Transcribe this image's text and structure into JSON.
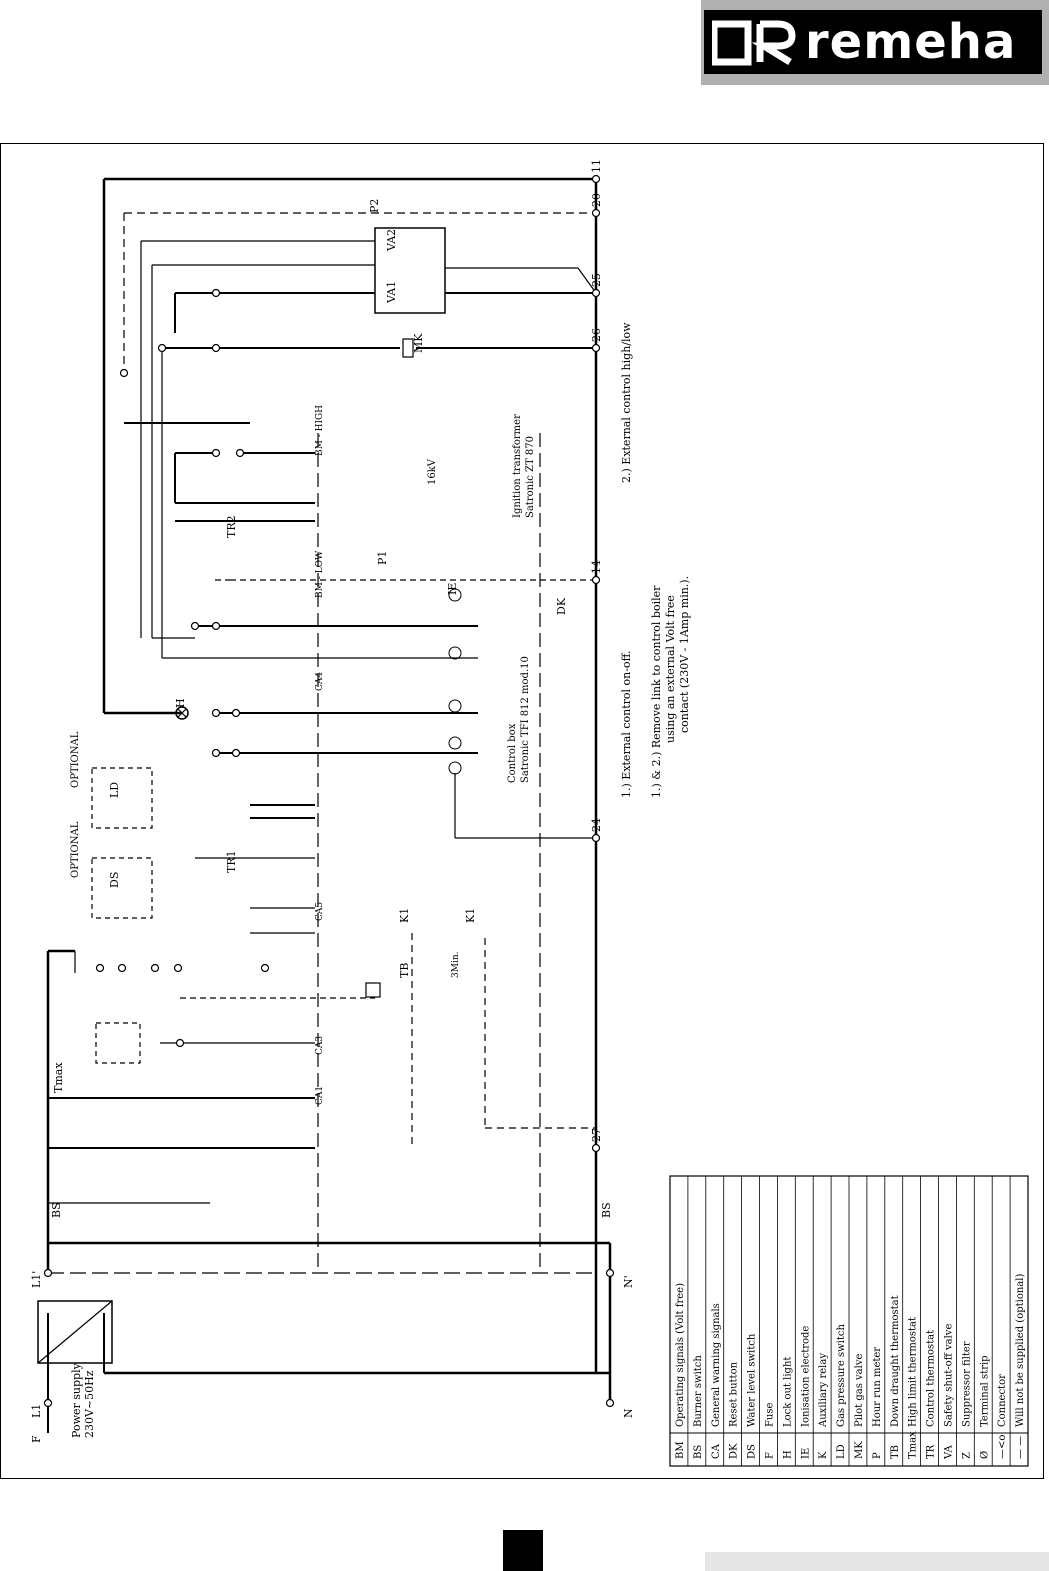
{
  "brand": {
    "name": "remeha"
  },
  "notes": {
    "note1": "1.) External control on-off.",
    "note2": "1.) & 2.) Remove link to control boiler",
    "note3": "using an external Volt free",
    "note4": "contact (230V - 1Amp min.).",
    "note5": "2.) External control high/low"
  },
  "labels": {
    "power_supply": "Power supply",
    "voltage": "230V~50Hz",
    "control_box": "Control box",
    "control_box_model": "Satronic TFI 812 mod.10",
    "ignition": "Ignition transformer",
    "ignition_model": "Satronic ZT 870",
    "kv": "16kV",
    "optional1": "OPTIONAL",
    "optional2": "OPTIONAL",
    "bm_high": "BM - HIGH",
    "bm_low": "BM - LOW",
    "ca4": "CA4",
    "ca5": "CA5",
    "ca3": "CA3",
    "ca1": "CA1",
    "three_min": "3Min."
  },
  "legend": [
    {
      "code": "BM",
      "desc": "Operating signals (Volt free)"
    },
    {
      "code": "BS",
      "desc": "Burner switch"
    },
    {
      "code": "CA",
      "desc": "General warning signals"
    },
    {
      "code": "DK",
      "desc": "Reset button"
    },
    {
      "code": "DS",
      "desc": "Water level switch"
    },
    {
      "code": "F",
      "desc": "Fuse"
    },
    {
      "code": "H",
      "desc": "Lock out light"
    },
    {
      "code": "IE",
      "desc": "Ionisation electrode"
    },
    {
      "code": "K",
      "desc": "Auxiliary relay"
    },
    {
      "code": "LD",
      "desc": "Gas pressure switch"
    },
    {
      "code": "MK",
      "desc": "Pilot gas valve"
    },
    {
      "code": "P",
      "desc": "Hour run meter"
    },
    {
      "code": "TB",
      "desc": "Down draught thermostat"
    },
    {
      "code": "Tmax",
      "desc": "High limit thermostat"
    },
    {
      "code": "TR",
      "desc": "Control thermostat"
    },
    {
      "code": "VA",
      "desc": "Safety shut-off valve"
    },
    {
      "code": "Z",
      "desc": "Suppressor filter"
    },
    {
      "code": "Ø",
      "desc": "Terminal strip"
    },
    {
      "code": "—<o",
      "desc": "Connector"
    },
    {
      "code": "— —",
      "desc": "Will not be supplied (optional)"
    }
  ],
  "terminals_top": [
    "11",
    "20",
    "25",
    "26",
    "14",
    "24",
    "27"
  ],
  "colors": {
    "ink": "#000000",
    "brand_bg": "#000000",
    "brand_border": "#b0b0b0"
  }
}
